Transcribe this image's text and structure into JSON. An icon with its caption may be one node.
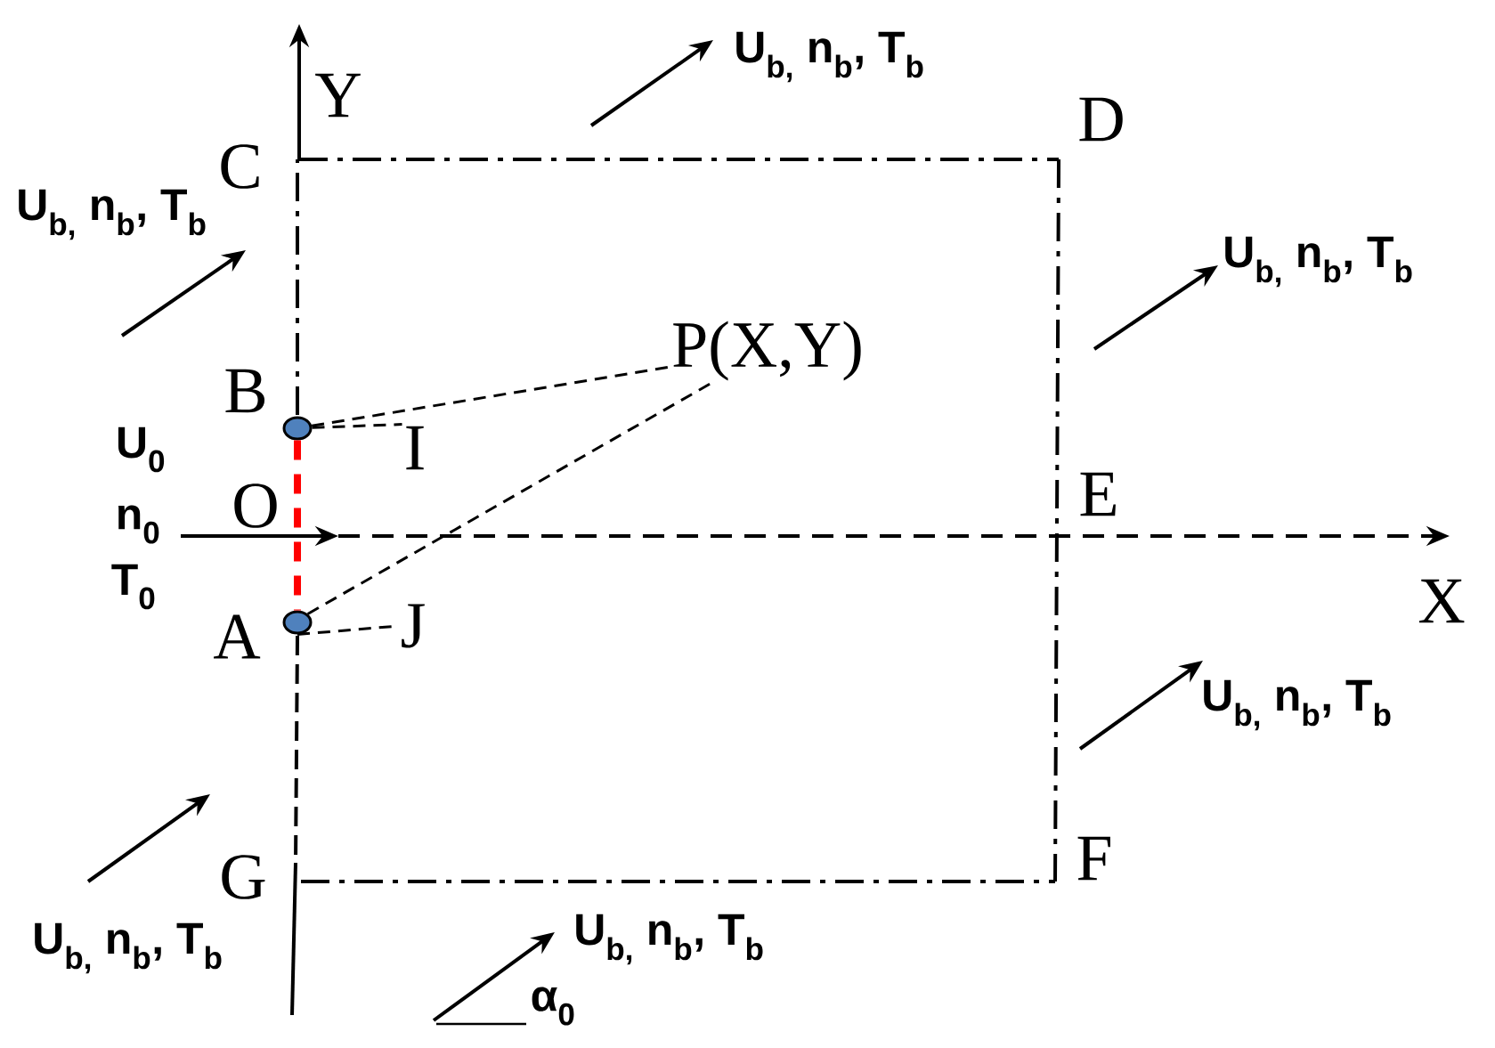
{
  "diagram": {
    "nodes": [
      {
        "text": [
          "P(X,Y)"
        ]
      },
      {
        "text": [],
        "shape": "circle"
      },
      {
        "text": [
          "I"
        ]
      },
      {
        "text": [],
        "shape": "circle"
      },
      {
        "text": [
          "J"
        ]
      }
    ],
    "edges": [
      {
        "from": 1,
        "to": 0,
        "arrow": "none",
        "style": "dashed"
      },
      {
        "from": 1,
        "to": 2,
        "arrow": "none",
        "style": "dashed"
      },
      {
        "from": 3,
        "to": 0,
        "arrow": "none",
        "style": "dashed"
      },
      {
        "from": 3,
        "to": 4,
        "arrow": "none",
        "style": "dashed"
      },
      {
        "from": 1,
        "to": 3,
        "arrow": "none",
        "style": "dashed",
        "color": "#ff0000"
      }
    ],
    "labels": [
      "Y",
      "U$_{b,}$ n$_{b}$, T$_{b}$",
      "D",
      "C",
      "U$_{b,}$ n$_{b}$, T$_{b}$",
      "U$_{b,}$ n$_{b}$, T$_{b}$",
      "B",
      "U$_{0}$",
      "O",
      "E",
      "n$_{0}$",
      "X",
      "T$_{0}$",
      "A",
      "U$_{b,}$ n$_{b}$, T$_{b}$",
      "G",
      "F",
      "U$_{b,}$ n$_{b}$, T$_{b}$",
      "U$_{b,}$ n$_{b}$, T$_{b}$",
      "α$_{0}$"
    ]
  }
}
